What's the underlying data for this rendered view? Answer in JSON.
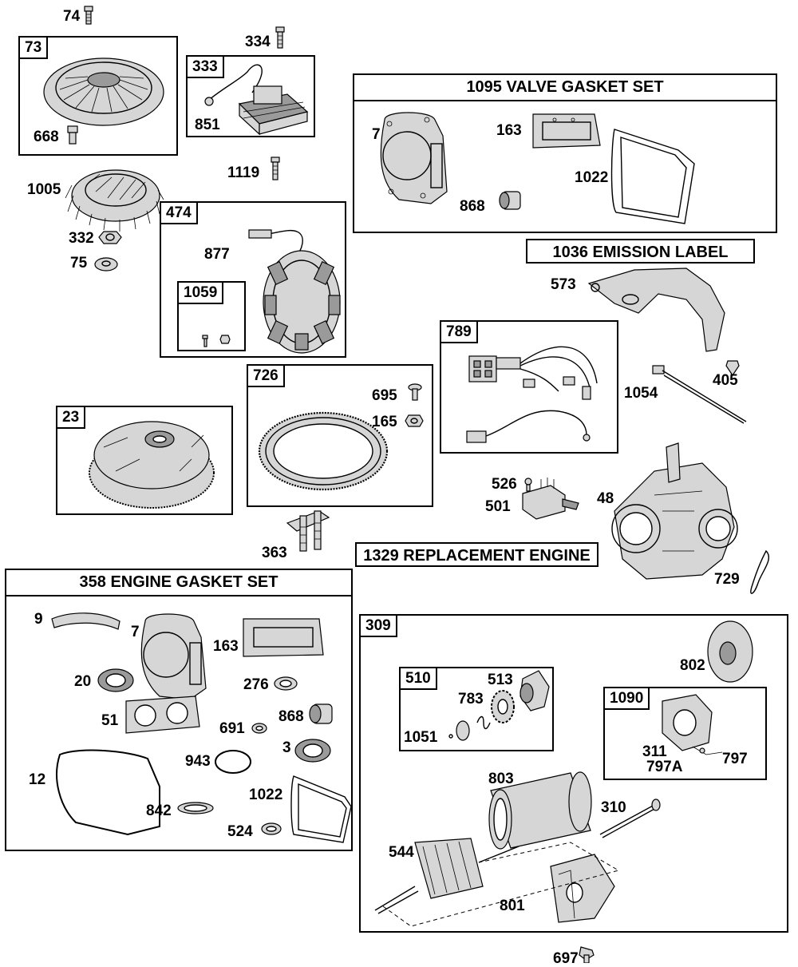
{
  "diagram": {
    "boxes": {
      "b73": "73",
      "b333": "333",
      "b1095": "1095 VALVE GASKET SET",
      "b474": "474",
      "b1059": "1059",
      "b1036": "1036 EMISSION LABEL",
      "b789": "789",
      "b726": "726",
      "b23": "23",
      "b1329": "1329 REPLACEMENT ENGINE",
      "b358": "358 ENGINE GASKET SET",
      "b309": "309",
      "b510": "510",
      "b1090": "1090"
    },
    "parts": {
      "p74": "74",
      "p334": "334",
      "p851": "851",
      "p668": "668",
      "p1005": "1005",
      "p1119": "1119",
      "p332": "332",
      "p75": "75",
      "p877": "877",
      "p7a": "7",
      "p163a": "163",
      "p1022a": "1022",
      "p868a": "868",
      "p573": "573",
      "p405": "405",
      "p1054": "1054",
      "p695": "695",
      "p165": "165",
      "p526": "526",
      "p501": "501",
      "p48": "48",
      "p363": "363",
      "p729": "729",
      "p9": "9",
      "p7b": "7",
      "p163b": "163",
      "p20": "20",
      "p276": "276",
      "p51": "51",
      "p868b": "868",
      "p691": "691",
      "p3": "3",
      "p943": "943",
      "p12": "12",
      "p1022b": "1022",
      "p842": "842",
      "p524": "524",
      "p802": "802",
      "p513": "513",
      "p783": "783",
      "p1051": "1051",
      "p311": "311",
      "p797": "797",
      "p797a": "797A",
      "p803": "803",
      "p310": "310",
      "p544": "544",
      "p801": "801",
      "p697": "697"
    }
  }
}
